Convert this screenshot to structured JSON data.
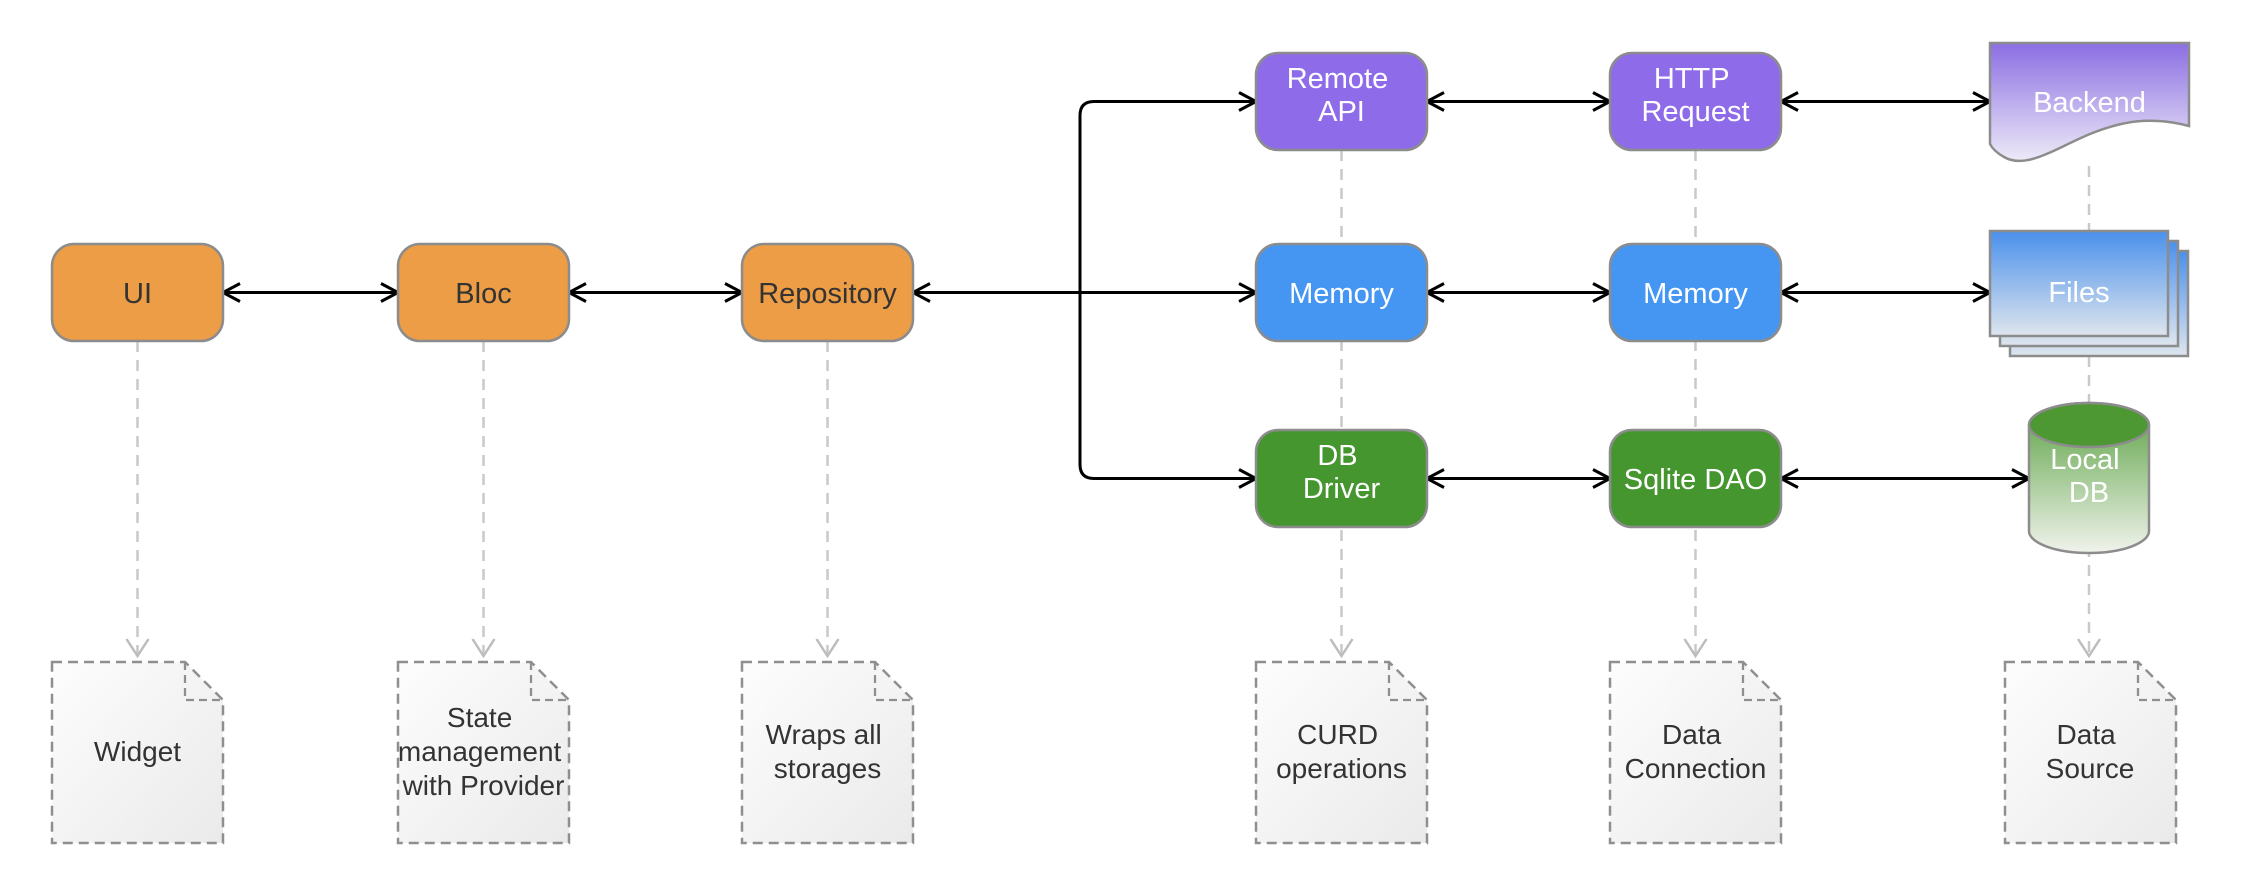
{
  "nodes": {
    "ui": {
      "label": "UI"
    },
    "bloc": {
      "label": "Bloc"
    },
    "repository": {
      "label": "Repository"
    },
    "remote_api": {
      "lines": [
        "Remote",
        "API"
      ]
    },
    "http_request": {
      "lines": [
        "HTTP",
        "Request"
      ]
    },
    "backend": {
      "label": "Backend"
    },
    "memory_left": {
      "label": "Memory"
    },
    "memory_right": {
      "label": "Memory"
    },
    "files": {
      "label": "Files"
    },
    "db_driver": {
      "lines": [
        "DB",
        "Driver"
      ]
    },
    "sqlite_dao": {
      "label": "Sqlite DAO"
    },
    "local_db": {
      "lines": [
        "Local",
        "DB"
      ]
    }
  },
  "notes": {
    "widget": {
      "lines": [
        "Widget"
      ]
    },
    "state_management": {
      "lines": [
        "State",
        "management",
        "with Provider"
      ]
    },
    "wraps_storages": {
      "lines": [
        "Wraps all",
        "storages"
      ]
    },
    "curd_operations": {
      "lines": [
        "CURD",
        "operations"
      ]
    },
    "data_connection": {
      "lines": [
        "Data",
        "Connection"
      ]
    },
    "data_source": {
      "lines": [
        "Data",
        "Source"
      ]
    }
  },
  "colors": {
    "orange": "#EC9D45",
    "purple": "#8E6CE9",
    "blue": "#4596F3",
    "green": "#45962F",
    "backend_top": "#8B6EE3",
    "backend_bottom": "#EDEAF7",
    "files_top": "#4A90EC",
    "files_bottom": "#DEE5ED",
    "localdb_cap": "#4E9834",
    "localdb_top": "#5AA142",
    "localdb_bottom": "#F0F3EC",
    "note_top": "#FDFDFD",
    "note_bottom": "#EAEAEA",
    "arrow_black": "#000000",
    "dashed_gray": "#C9C9C9",
    "shape_border": "#8C8C8C",
    "text_dark": "#333333",
    "text_light": "#FFFFFF"
  }
}
